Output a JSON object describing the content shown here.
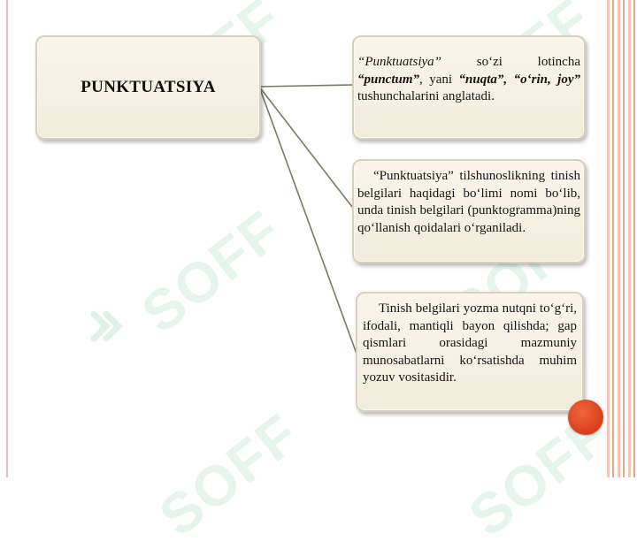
{
  "watermark": {
    "text": "SOFF",
    "color": "#8cd2aa"
  },
  "title_box": {
    "label": "PUNKTUATSIYA"
  },
  "definition_box": {
    "q1": "“Punktuatsiya”",
    "t1": " so‘zi lotincha ",
    "b1": "“punctum”",
    "t2": ", yani ",
    "b2": "“nuqta”, “o‘rin, joy”",
    "t3": " tushunchalarini anglatadi."
  },
  "field_box": {
    "text": "“Punktuatsiya” tilshunoslikning tinish belgilari haqidagi bo‘limi nomi bo‘lib, unda tinish belgilari (punktogramma)ning qo‘llanish qoidalari o‘rganiladi."
  },
  "role_box": {
    "text": "Tinish belgilari yozma nutqni to‘g‘ri, ifodali, mantiqli bayon qilishda; gap qismlari orasidagi mazmuniy munosabatlarni ko‘rsatishda muhim yozuv vositasidir."
  },
  "colors": {
    "box_fill": "#f6f0e2",
    "box_border": "#d8d0bd",
    "connector": "#7a7a5e",
    "accent_dot": "#e04a22",
    "side_stripes": "#e9a48e"
  }
}
